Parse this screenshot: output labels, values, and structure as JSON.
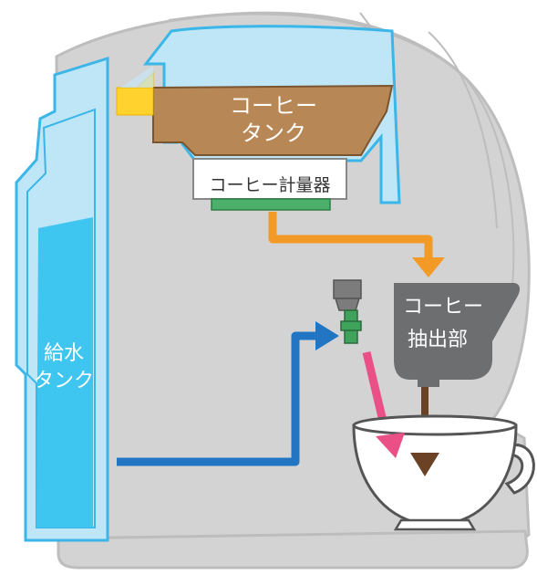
{
  "diagram": {
    "labels": {
      "coffee_tank": [
        "コーヒー",
        "タンク"
      ],
      "coffee_meter": "コーヒー計量器",
      "extraction_unit": [
        "コーヒー",
        "抽出部"
      ],
      "water_tank": [
        "給水",
        "タンク"
      ]
    },
    "colors": {
      "body": "#d3d3d3",
      "body_outline": "#bdbdbd",
      "water_outline": "#3ab6e8",
      "water_fill": "#bfe6f6",
      "water": "#3fc6f0",
      "coffee_tank": "#b88756",
      "feed_tab": "#ffd22e",
      "meter_fill": "#ffffff",
      "meter_base": "#4caf6a",
      "extractor": "#6d6e70",
      "orange_arrow": "#f39a26",
      "blue_arrow": "#2275c2",
      "pink_arrow": "#ea4f86",
      "brown_arrow": "#6b4226",
      "nozzle": "#7c7c7c",
      "nozzle_green": "#3fa35b",
      "cup_outline": "#555555",
      "label_light": "#ffffff",
      "label_dark": "#333333"
    }
  }
}
